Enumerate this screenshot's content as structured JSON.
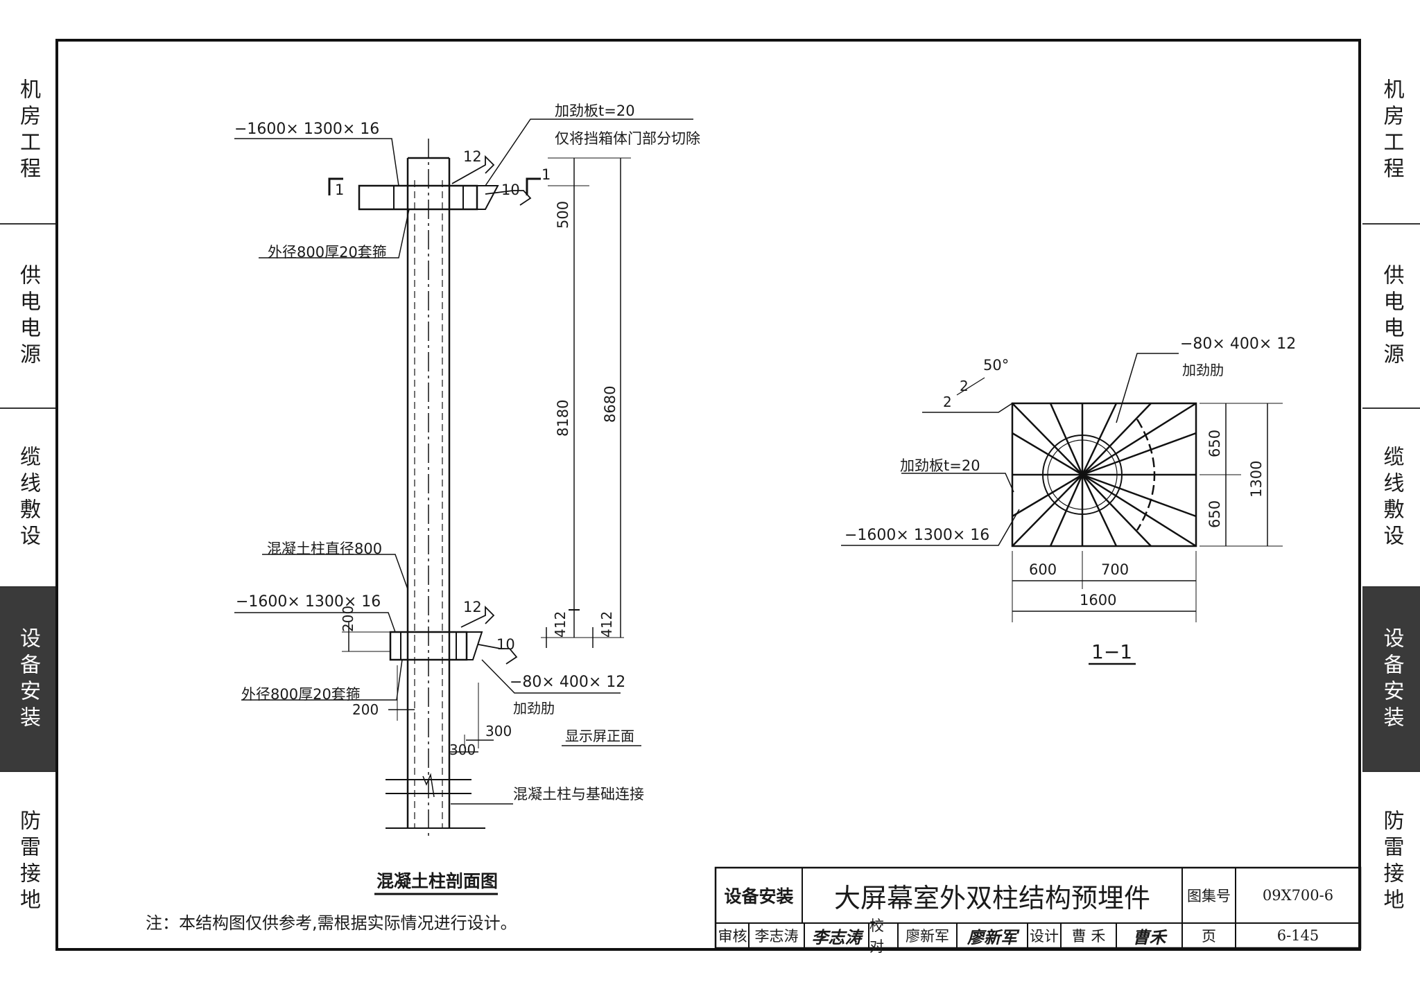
{
  "side_tabs": [
    {
      "label": "机房工程"
    },
    {
      "label": "供电电源"
    },
    {
      "label": "缆线敷设"
    },
    {
      "label": "设备安装",
      "active": true
    },
    {
      "label": "防雷接地"
    }
  ],
  "drawing_section": {
    "labels": {
      "plate_top": "−1600× 1300× 16",
      "stiffener_plate_top": "加劲板t=20",
      "cut_note": "仅将挡箱体门部分切除",
      "weld_12_top": "12",
      "weld_10_top": "10",
      "section_mark_left": "1",
      "section_mark_right": "1",
      "sleeve_top": "外径800厚20套箍",
      "concrete_column": "混凝土柱直径800",
      "plate_bottom": "−1600× 1300× 16",
      "weld_12_bottom": "12",
      "weld_10_bottom": "10",
      "dim_200_v": "200",
      "sleeve_bottom": "外径800厚20套箍",
      "dim_200_h": "200",
      "dim_300_a": "300",
      "dim_300_b": "300",
      "rib_bottom": "−80× 400× 12",
      "rib_bottom_name": "加劲肋",
      "screen_front": "显示屏正面",
      "foundation_conn": "混凝土柱与基础连接",
      "dim_500": "500",
      "dim_8180": "8180",
      "dim_8680": "8680",
      "dim_412_a": "412",
      "dim_412_b": "412"
    },
    "title": "混凝土柱剖面图",
    "note": "注：本结构图仅供参考,需根据实际情况进行设计。"
  },
  "section_11": {
    "labels": {
      "rib": "−80× 400× 12",
      "rib_name": "加劲肋",
      "angle": "50°",
      "weld_2a": "2",
      "weld_2b": "2",
      "stiffener": "加劲板t=20",
      "plate": "−1600× 1300× 16",
      "dim_650_top": "650",
      "dim_650_bottom": "650",
      "dim_1300": "1300",
      "dim_600": "600",
      "dim_700": "700",
      "dim_1600": "1600"
    },
    "title": "1−1"
  },
  "title_block": {
    "category": "设备安装",
    "title": "大屏幕室外双柱结构预埋件",
    "atlas_label": "图集号",
    "atlas_no": "09X700-6",
    "review_label": "审核",
    "reviewer": "李志涛",
    "check_label": "校对",
    "checker": "廖新军",
    "design_label": "设计",
    "designer": "曹 禾",
    "page_label": "页",
    "page_no": "6-145",
    "sig_reviewer": "李志涛",
    "sig_checker": "廖新军",
    "sig_designer": "曹禾"
  }
}
